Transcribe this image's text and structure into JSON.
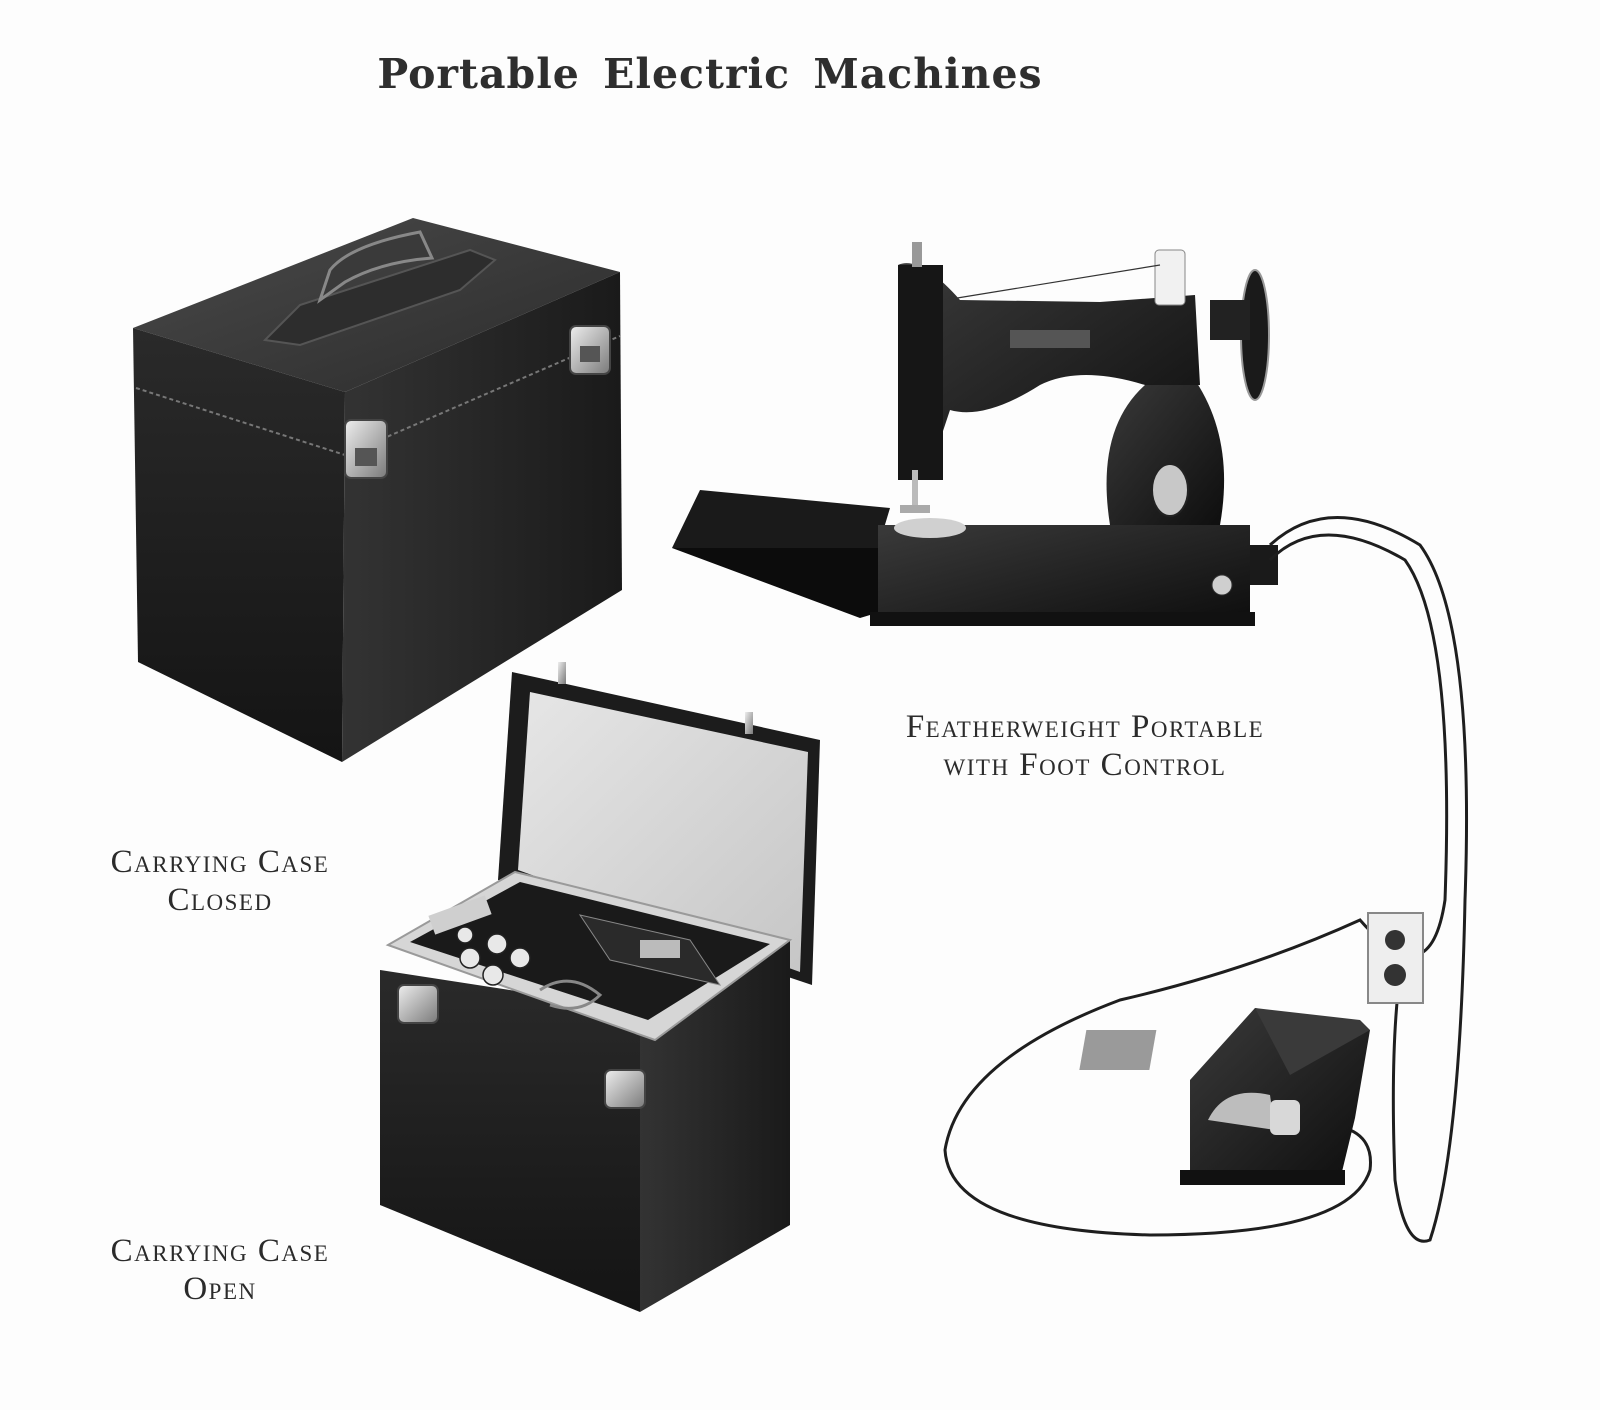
{
  "page": {
    "title": "Portable Electric Machines"
  },
  "captions": {
    "closed_line1": "Carrying Case",
    "closed_line2": "Closed",
    "open_line1": "Carrying Case",
    "open_line2": "Open",
    "feather_line1": "Featherweight Portable",
    "feather_line2": "with Foot Control"
  },
  "illustrations": {
    "closed_case": "closed-carrying-case-photo",
    "open_case": "open-carrying-case-photo",
    "sewing_machine": "featherweight-sewing-machine-photo",
    "foot_control": "foot-control-pedal-photo",
    "wall_outlet": "wall-outlet-photo"
  },
  "colors": {
    "ink": "#1c1c1c",
    "case_black": "#1f1f1f",
    "case_lining": "#d8d8d8",
    "paper": "#fdfdfd"
  }
}
